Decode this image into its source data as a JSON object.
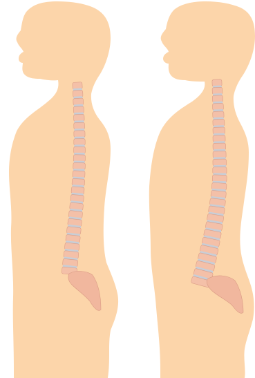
{
  "colors": {
    "background": "#ffffff",
    "skin": "#fcd5aa",
    "disc": "#c8ced7",
    "vertebra": "#f4bfa8",
    "vertebra_edge": "#d99a83",
    "pelvis": "#f1b79e"
  },
  "figures": [
    {
      "id": "normal-spine",
      "posture": "normal"
    },
    {
      "id": "curved-spine",
      "posture": "curved"
    }
  ]
}
